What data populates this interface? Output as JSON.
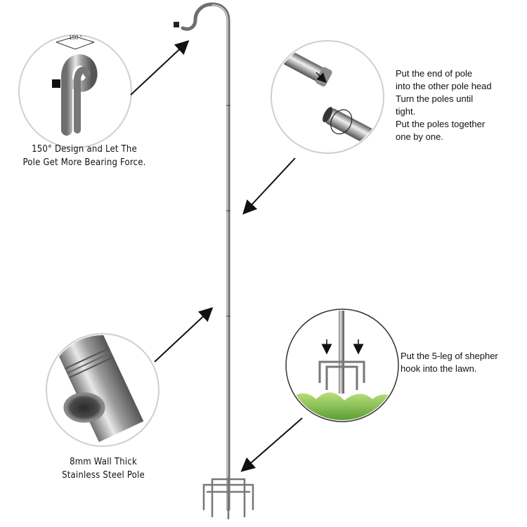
{
  "callouts": {
    "hook": {
      "lines": [
        "150° Design and Let The",
        "Pole Get More Bearing Force."
      ],
      "angle_label": "150 °"
    },
    "assembly": {
      "lines": [
        "Put the end of pole",
        "into the other pole head",
        "Turn the poles until",
        "tight.",
        "Put the poles together",
        "one by one."
      ]
    },
    "wall": {
      "lines": [
        "8mm Wall Thick",
        "Stainless Steel Pole"
      ]
    },
    "base": {
      "lines": [
        "Put the 5-leg of shepher",
        "hook into the lawn."
      ]
    }
  },
  "colors": {
    "metal": "#9a9a9a",
    "metal_dark": "#5b5b5b",
    "grass": "#7ec43b",
    "circle": "#c9c9c9",
    "arrow": "#111111"
  },
  "icons": [
    "hook-icon",
    "pole-joint-icon",
    "tube-end-icon",
    "stake-in-grass-icon"
  ]
}
